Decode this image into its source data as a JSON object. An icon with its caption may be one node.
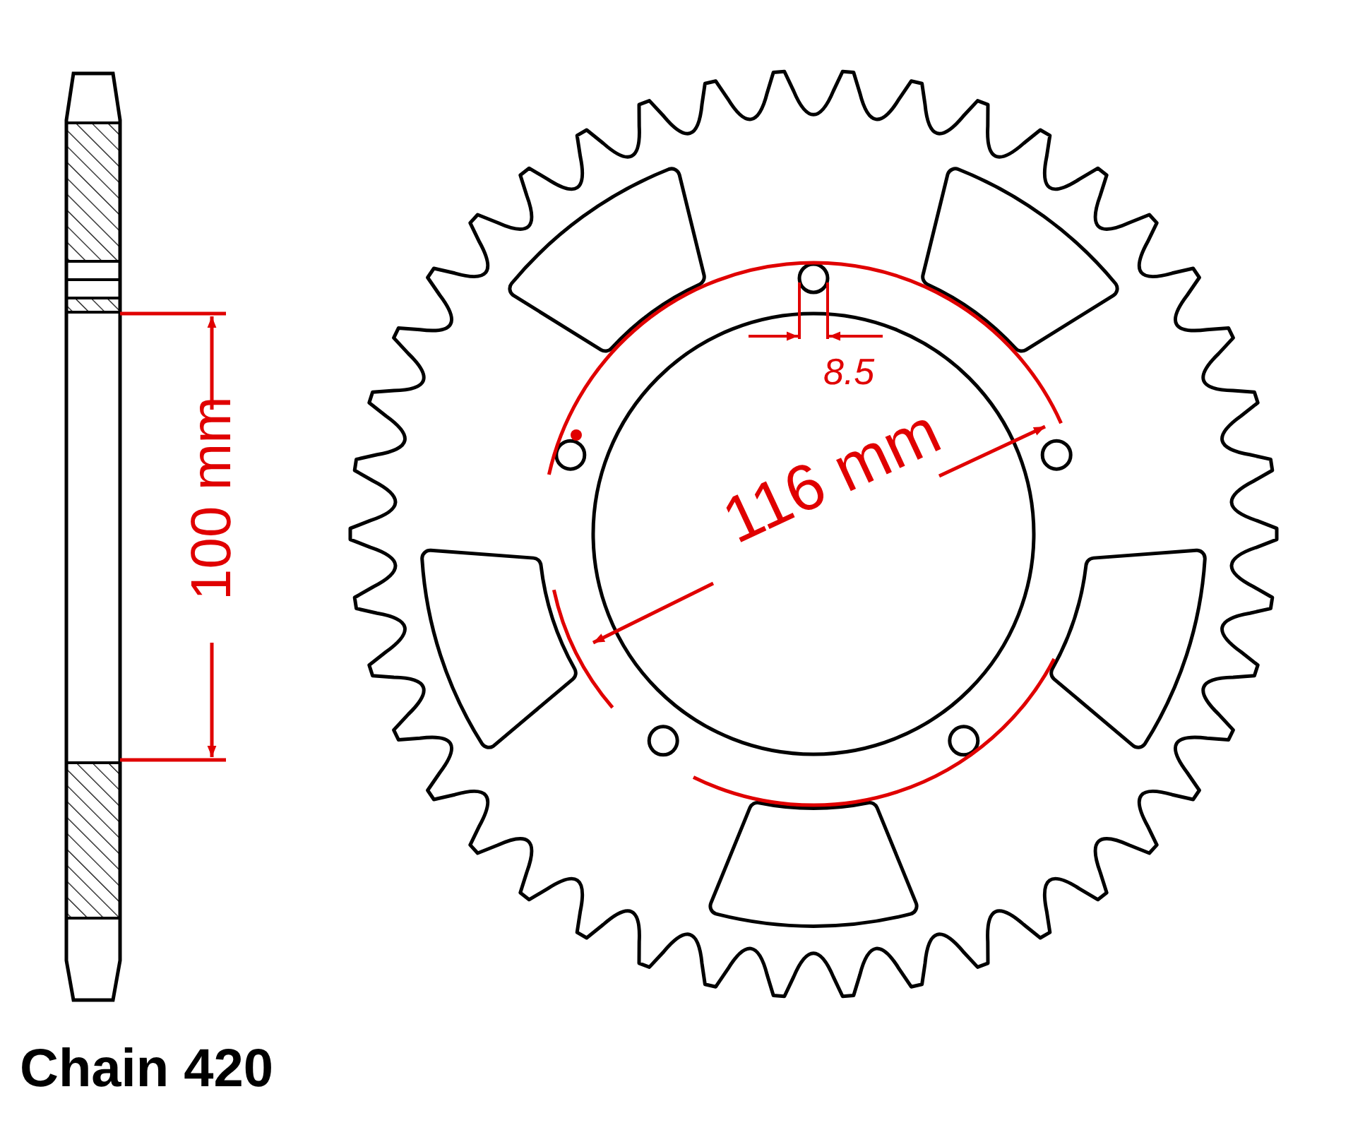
{
  "diagram": {
    "labels": [
      "100 mm",
      "116 mm",
      "8.5",
      "Chain 420"
    ]
  }
}
